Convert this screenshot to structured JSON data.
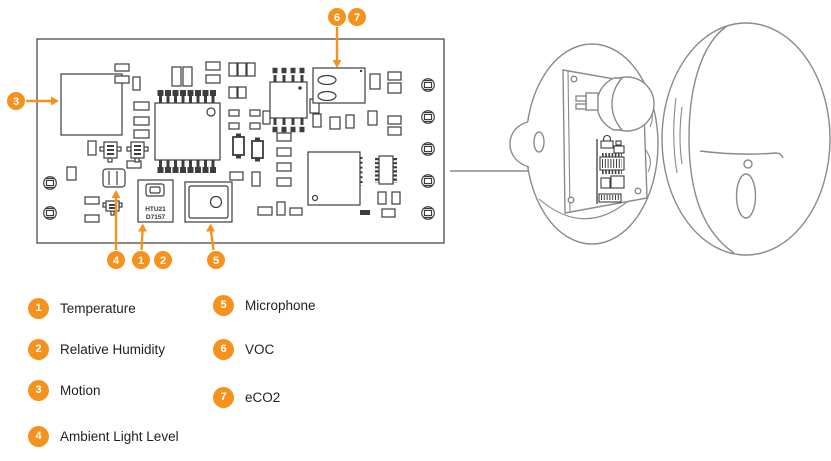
{
  "colors": {
    "accent": "#F5921E",
    "pcb-line": "#3D3D3D",
    "enclosure-line": "#8A8A8A",
    "text-dark": "#1F1F1F"
  },
  "pcb": {
    "chip_label_line1": "HTU21",
    "chip_label_line2": "D7157"
  },
  "legend": {
    "items": [
      {
        "num": "1",
        "label": "Temperature"
      },
      {
        "num": "2",
        "label": "Relative Humidity"
      },
      {
        "num": "3",
        "label": "Motion"
      },
      {
        "num": "4",
        "label": "Ambient Light Level"
      },
      {
        "num": "5",
        "label": "Microphone"
      },
      {
        "num": "6",
        "label": "VOC"
      },
      {
        "num": "7",
        "label": "eCO2"
      }
    ]
  }
}
